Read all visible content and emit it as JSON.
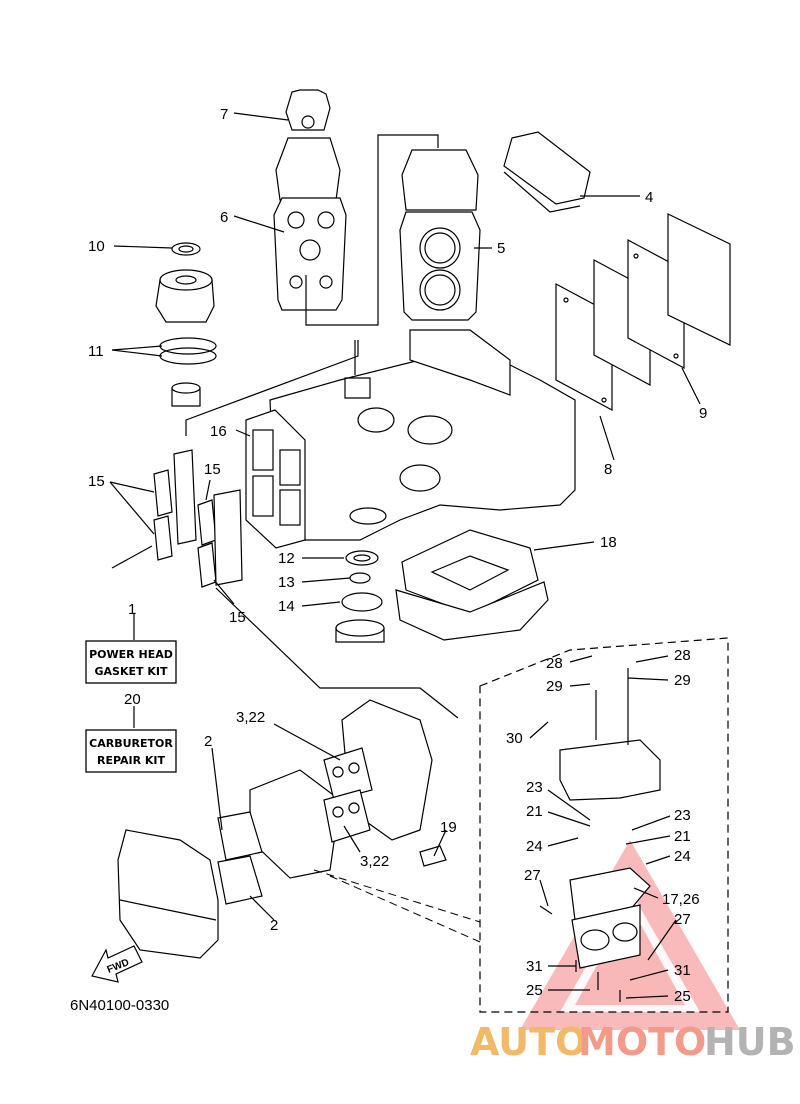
{
  "diagram": {
    "code": "6N40100-0330",
    "fwd_label": "FWD",
    "kits": {
      "power_head": {
        "line1": "POWER HEAD",
        "line2": "GASKET KIT"
      },
      "carburetor": {
        "line1": "CARBURETOR",
        "line2": "REPAIR KIT"
      }
    },
    "callouts": {
      "c1": "1",
      "c2a": "2",
      "c2b": "2",
      "c3a": "3,22",
      "c3b": "3,22",
      "c4": "4",
      "c5": "5",
      "c6": "6",
      "c7": "7",
      "c8": "8",
      "c9": "9",
      "c10": "10",
      "c11": "11",
      "c12": "12",
      "c13": "13",
      "c14": "14",
      "c15a": "15",
      "c15b": "15",
      "c15c": "15",
      "c16": "16",
      "c17": "17,26",
      "c18": "18",
      "c19": "19",
      "c20": "20",
      "c21a": "21",
      "c21b": "21",
      "c23a": "23",
      "c23b": "23",
      "c24a": "24",
      "c24b": "24",
      "c25a": "25",
      "c25b": "25",
      "c27a": "27",
      "c27b": "27",
      "c28a": "28",
      "c28b": "28",
      "c29a": "29",
      "c29b": "29",
      "c30": "30",
      "c31a": "31",
      "c31b": "31"
    }
  },
  "watermark": {
    "part1": "AUTO",
    "part2": "MOTO",
    "part3": "HUB",
    "colors": {
      "auto": "#f2b968",
      "moto": "#f29b8a",
      "hub": "#b3b3b3",
      "triangle": "#f08080"
    }
  }
}
